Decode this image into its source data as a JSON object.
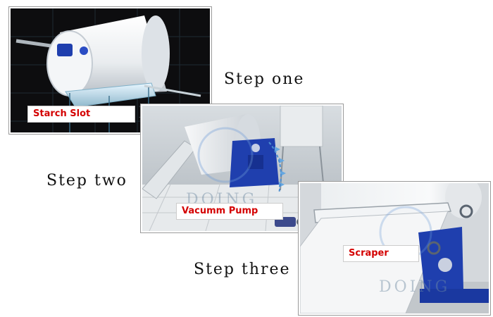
{
  "steps": [
    {
      "label": "Step one",
      "callout": "Starch Slot"
    },
    {
      "label": "Step two",
      "callout": "Vacumm Pump"
    },
    {
      "label": "Step three",
      "callout": "Scraper"
    }
  ],
  "watermark": "DOING",
  "colors": {
    "callout_text": "#d40000",
    "frame_blue": "#1f3fae",
    "drum_white": "#f0f2f4",
    "dark_background": "#0d0d0f"
  }
}
